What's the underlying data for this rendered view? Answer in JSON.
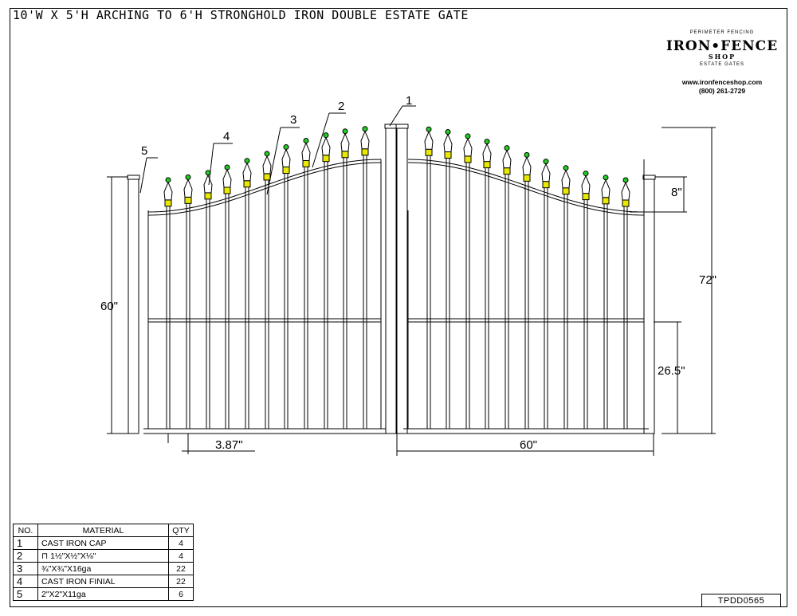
{
  "title": "10'W X 5'H ARCHING TO 6'H STRONGHOLD IRON DOUBLE ESTATE GATE",
  "logo": {
    "brand": "IRON•FENCE",
    "shop": "SHOP",
    "arc_top": "PERIMETER FENCING",
    "arc_bottom": "ESTATE GATES",
    "url": "www.ironfenceshop.com",
    "phone": "(800) 261-2729"
  },
  "dimensions": {
    "post_height": "60\"",
    "total_height": "72\"",
    "arch_rise": "8\"",
    "rail_height": "26.5\"",
    "picket_spacing": "3.87\"",
    "leaf_width": "60\""
  },
  "callouts": [
    "1",
    "2",
    "3",
    "4",
    "5"
  ],
  "bom": {
    "headers": [
      "NO.",
      "MATERIAL",
      "QTY"
    ],
    "rows": [
      {
        "no": "1",
        "material": "CAST IRON CAP",
        "qty": "4"
      },
      {
        "no": "2",
        "material": "⊓ 1½\"X½\"X⅛\"",
        "qty": "4"
      },
      {
        "no": "3",
        "material": "¾\"X¾\"X16ga",
        "qty": "22"
      },
      {
        "no": "4",
        "material": "CAST IRON FINIAL",
        "qty": "22"
      },
      {
        "no": "5",
        "material": "2\"X2\"X11ga",
        "qty": "6"
      }
    ]
  },
  "drawing_number": "TPDD0565",
  "colors": {
    "finial_tip": "#22cc22",
    "finial_collar": "#e8e800",
    "line": "#000000"
  }
}
